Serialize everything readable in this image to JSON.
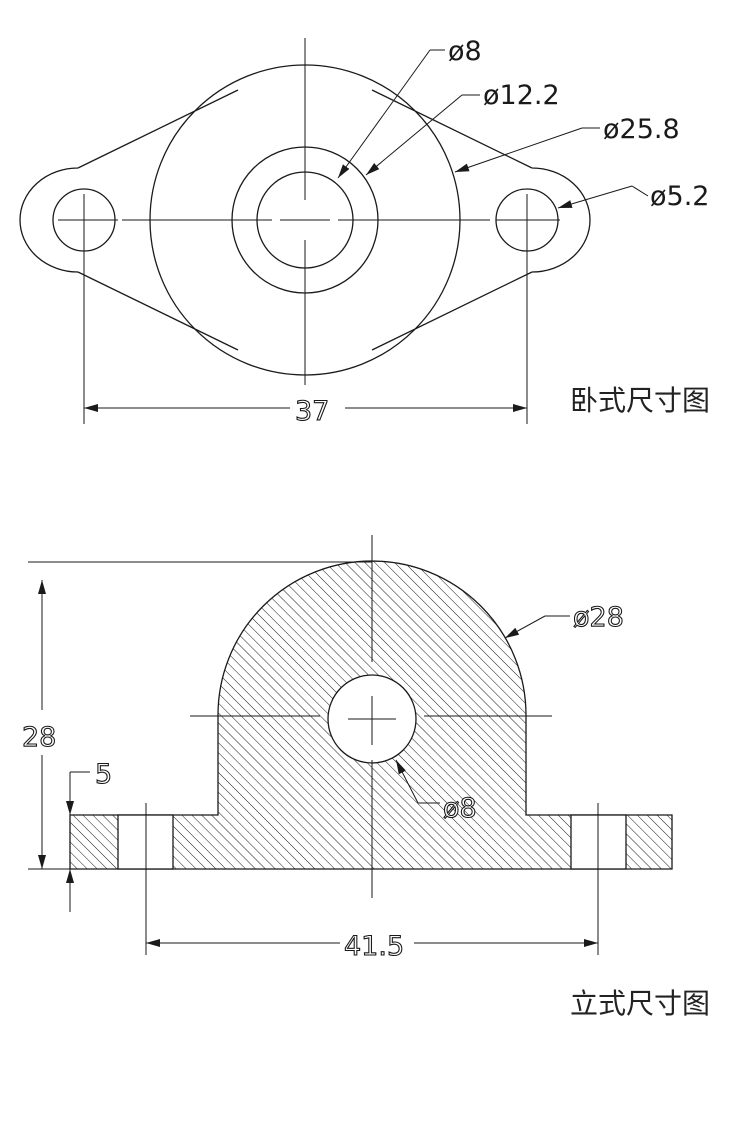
{
  "top_view": {
    "caption": "卧式尺寸图",
    "dims": {
      "bore": "ø8",
      "boss": "ø12.2",
      "flange_circle": "ø25.8",
      "mount_hole": "ø5.2",
      "hole_spacing": "37"
    }
  },
  "front_view": {
    "caption": "立式尺寸图",
    "dims": {
      "height": "28",
      "base_thickness": "5",
      "top_radius": "ø28",
      "bore": "ø8",
      "hole_spacing": "41.5"
    }
  }
}
